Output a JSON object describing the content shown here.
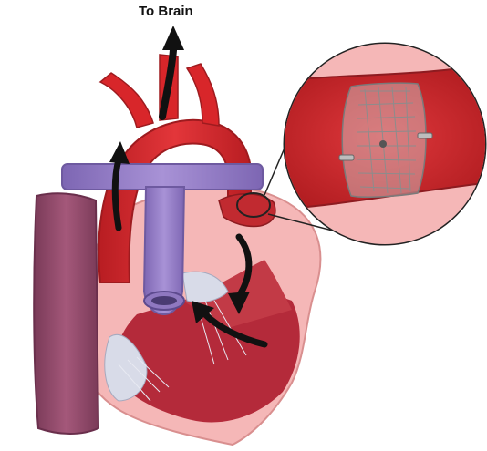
{
  "diagram": {
    "label_top": "To Brain"
  },
  "colors": {
    "aorta": "#d8262a",
    "aorta_dark": "#9e1b1f",
    "vena_cava": "#9b80c9",
    "vena_cava_dark": "#6e5aa0",
    "heart_muscle": "#f5b7b7",
    "heart_inner": "#b42a3a",
    "left_atrium": "#8f4a6a",
    "valve_tissue": "#d8dbe8",
    "arrow": "#111111",
    "magnifier_rim": "#222222",
    "stent": "#c9c9c9"
  },
  "icons": {
    "flow_arrows": "black-curved-arrow",
    "magnifier": "circular-inset-zoom"
  }
}
